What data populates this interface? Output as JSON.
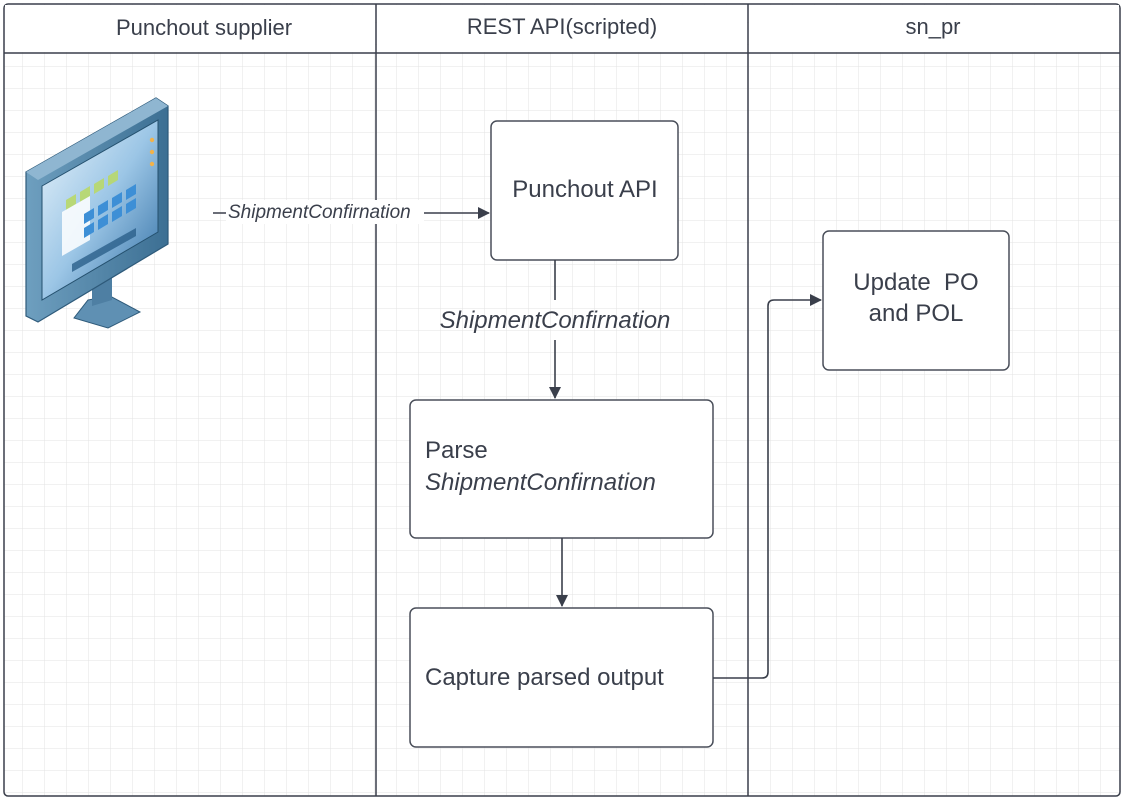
{
  "lanes": [
    {
      "title": "Punchout supplier"
    },
    {
      "title": "REST API(scripted)"
    },
    {
      "title": "sn_pr"
    }
  ],
  "nodes": {
    "supplier_computer": {
      "icon": "desktop-computer-icon"
    },
    "punchout_api": {
      "label": "Punchout API"
    },
    "parse": {
      "line1": "Parse",
      "line2": "ShipmentConfirnation"
    },
    "capture": {
      "label": "Capture parsed output"
    },
    "update": {
      "line1": "Update  PO",
      "line2": "and POL"
    }
  },
  "edges": {
    "supplier_to_api": {
      "label": "ShipmentConfirnation"
    },
    "api_to_parse": {
      "label": "ShipmentConfirnation"
    },
    "parse_to_capture": {
      "label": ""
    },
    "capture_to_update": {
      "label": ""
    }
  },
  "colors": {
    "line": "#3a3f4b",
    "grid": "#e6e6e6",
    "box_border": "#4a4f5a",
    "monitor_body": "#4a7fa3",
    "monitor_screen": "#cfe4f3"
  }
}
